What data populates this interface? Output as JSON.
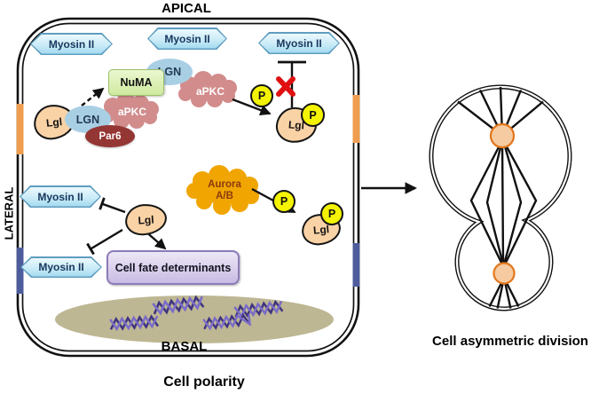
{
  "regions": {
    "apical": "APICAL",
    "basal": "BASAL",
    "lateral": "LATERAL"
  },
  "captions": {
    "polarity": "Cell polarity",
    "division": "Cell asymmetric division"
  },
  "labels": {
    "myosin": "Myosin II",
    "lgn": "LGN",
    "numa": "NuMA",
    "apkc": "aPKC",
    "par6": "Par6",
    "lgl": "Lgl",
    "p": "P",
    "aurora_line1": "Aurora",
    "aurora_line2": "A/B",
    "cell_fate": "Cell fate determinants"
  },
  "colors": {
    "myosin_fill": "#C9EBF7",
    "myosin_border": "#5E9DC0",
    "myosin_text": "#17375E",
    "lgn_fill": "#A9CFE5",
    "numa_fill": "#D8EFAC",
    "apkc_fill": "#D28C8C",
    "par6_fill": "#943634",
    "lgl_fill": "#F9D2A6",
    "phospho_fill": "#F4F402",
    "aurora_fill": "#F0A500",
    "cell_fate_fill": "#CCC0E8",
    "nucleus_fill": "#BEB794",
    "dna_dark": "#3F3480",
    "dna_light": "#7A6CC8",
    "membrane_orange": "#EF9D4F",
    "membrane_blue": "#4C5C9C",
    "inhibit_x": "#E01010",
    "spindle_pole_fill": "#F6CBA2",
    "spindle_pole_border": "#E2761B"
  }
}
